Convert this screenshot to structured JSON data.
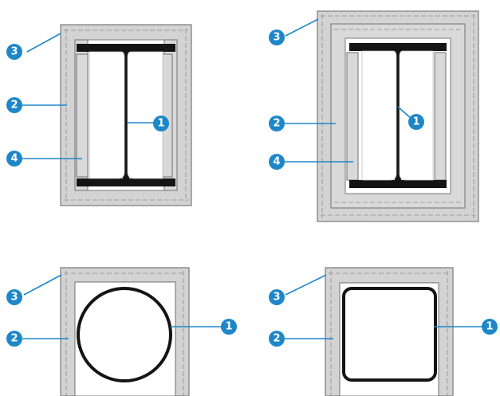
{
  "colors": {
    "accent": "#1e87c8",
    "board_fill": "#d3d3d3",
    "steel": "#141414"
  },
  "markers": {
    "steel_section": "1",
    "board_layer": "2",
    "corner_joint": "3",
    "backing_strip": "4"
  },
  "figures": [
    {
      "section": "I-beam",
      "board_layers": 1,
      "markers": [
        "3",
        "2",
        "4",
        "1"
      ]
    },
    {
      "section": "I-beam",
      "board_layers": 2,
      "markers": [
        "3",
        "2",
        "4",
        "1"
      ]
    },
    {
      "section": "circular hollow",
      "board_layers": 1,
      "markers": [
        "3",
        "2",
        "1"
      ]
    },
    {
      "section": "rectangular hollow",
      "board_layers": 1,
      "markers": [
        "3",
        "2",
        "1"
      ]
    }
  ]
}
